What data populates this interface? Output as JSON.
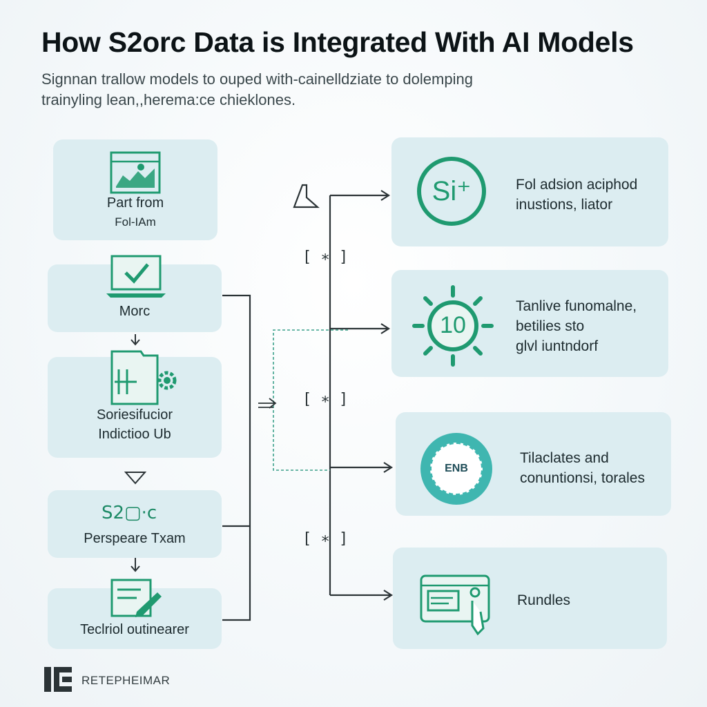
{
  "header": {
    "title": "How S2orc Data is Integrated With AI Models",
    "subtitle_line1": "Signnan trallow models to ouped with-cainelldziate to dolemping",
    "subtitle_line2": "trainyling lean,,herema:ce chieklones."
  },
  "left_steps": [
    {
      "line1": "Part from",
      "line2": "Fol-IAm"
    },
    {
      "line1": "Morc"
    },
    {
      "line1": "Soriesifucior",
      "line2": "Indictioo Ub"
    },
    {
      "line1": "Perspeare Txam",
      "logo_text": "S2▢·c"
    },
    {
      "line1": "Teclriol outinearer"
    }
  ],
  "right_steps": [
    {
      "line1": "Fol adsion aciphod",
      "line2": "inustions, liator",
      "icon_text": "Si⁺"
    },
    {
      "line1": "Tanlive funomalne,",
      "line2": "betilies sto",
      "line3": "glvl iuntndorf",
      "icon_text": "10"
    },
    {
      "line1": "Tilaclates and",
      "line2": "conuntionsi, torales",
      "icon_text": "ENB"
    },
    {
      "line1": "Rundles"
    }
  ],
  "connectors": {
    "bracket_label": "[ ∗ ]"
  },
  "footer": {
    "brand": "RETEPHEIMAR"
  },
  "colors": {
    "accent_green": "#1f9a70",
    "box_fill": "#dcedf1",
    "line_dark": "#2b3336",
    "dashed_teal": "#3aa08a"
  }
}
